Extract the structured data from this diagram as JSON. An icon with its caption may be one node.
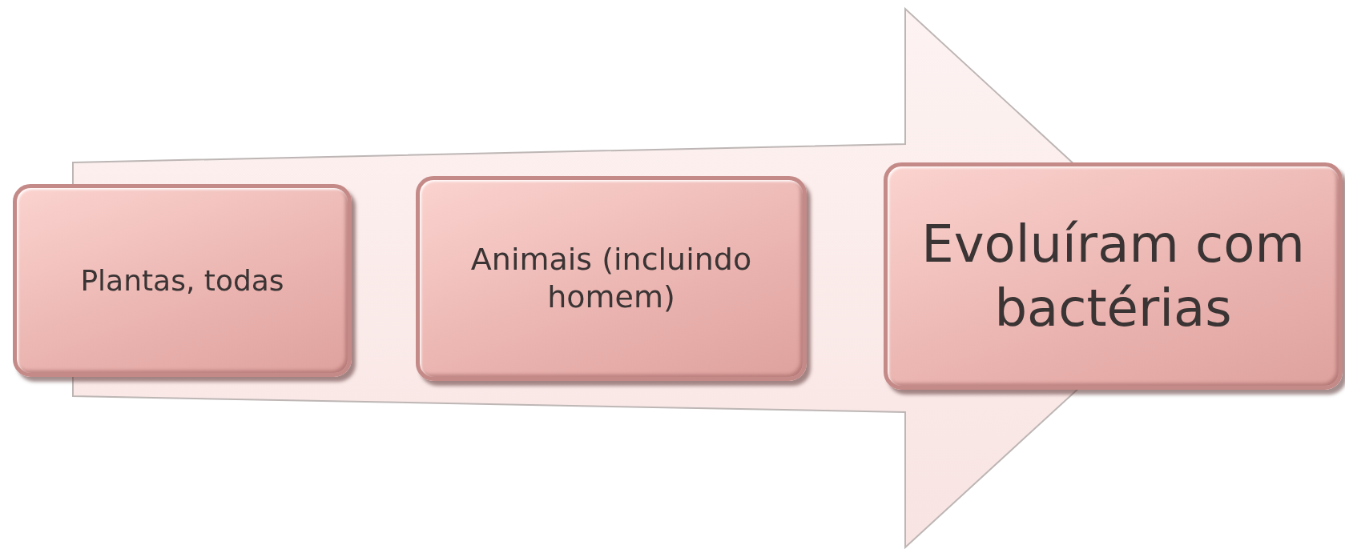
{
  "diagram": {
    "nodes": [
      {
        "text": [
          "Plantas, todas"
        ]
      },
      {
        "text": [
          "Animais (incluindo homem)"
        ]
      },
      {
        "text": [
          "Evoluíram com bactérias"
        ]
      }
    ],
    "edges": [
      {
        "from": 0,
        "to": 2,
        "arrow": "to"
      }
    ]
  }
}
